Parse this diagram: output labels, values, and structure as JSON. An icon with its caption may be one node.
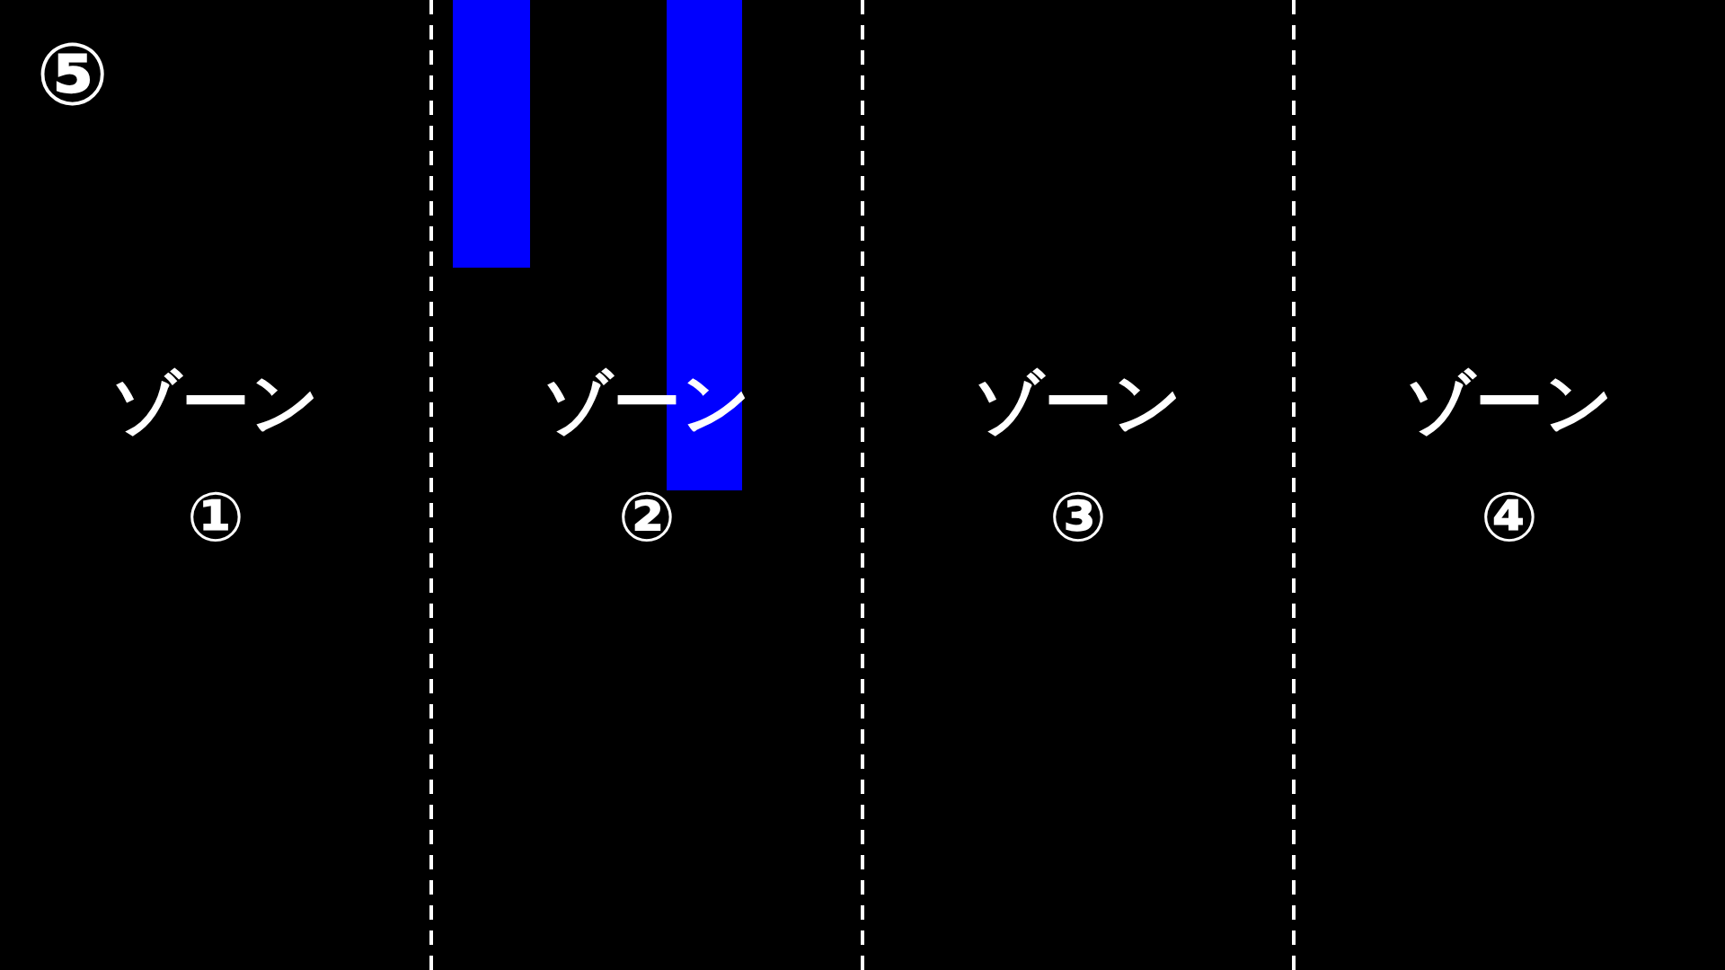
{
  "diagram": {
    "nodes": [
      {
        "text": [
          "ゾーン①"
        ]
      },
      {
        "text": [
          "ゾーン②"
        ]
      },
      {
        "text": [
          "ゾーン③"
        ]
      },
      {
        "text": [
          "ゾーン④"
        ]
      },
      {
        "text": [],
        "shape": "bar",
        "in": 1
      },
      {
        "text": [],
        "shape": "bar",
        "in": 1
      }
    ],
    "labels": [
      "⑤"
    ]
  }
}
